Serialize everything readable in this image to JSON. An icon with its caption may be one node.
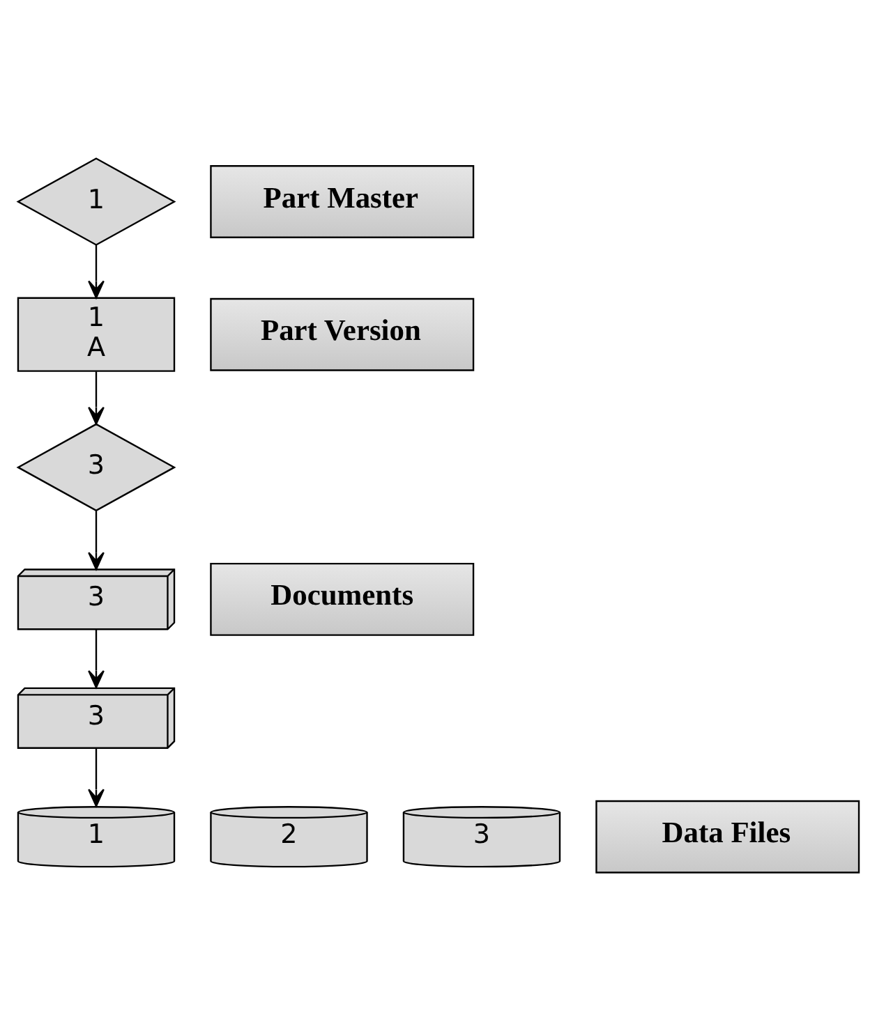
{
  "diagram": {
    "nodes": [
      {
        "text": [
          "1"
        ]
      },
      {
        "text": [
          "Part Master"
        ]
      },
      {
        "text": [
          "1 A"
        ]
      },
      {
        "text": [
          "Part Version"
        ]
      },
      {
        "text": [
          "3"
        ]
      },
      {
        "text": [
          "3"
        ]
      },
      {
        "text": [
          "Documents"
        ]
      },
      {
        "text": [
          "3"
        ]
      },
      {
        "text": [
          "1"
        ]
      },
      {
        "text": [
          "2"
        ]
      },
      {
        "text": [
          "3"
        ]
      },
      {
        "text": [
          "Data Files"
        ]
      }
    ],
    "edges": [
      {
        "from": 0,
        "to": 2,
        "arrow": "to"
      },
      {
        "from": 2,
        "to": 4,
        "arrow": "to"
      },
      {
        "from": 4,
        "to": 5,
        "arrow": "to"
      },
      {
        "from": 5,
        "to": 7,
        "arrow": "to"
      },
      {
        "from": 7,
        "to": 8,
        "arrow": "to"
      }
    ]
  }
}
